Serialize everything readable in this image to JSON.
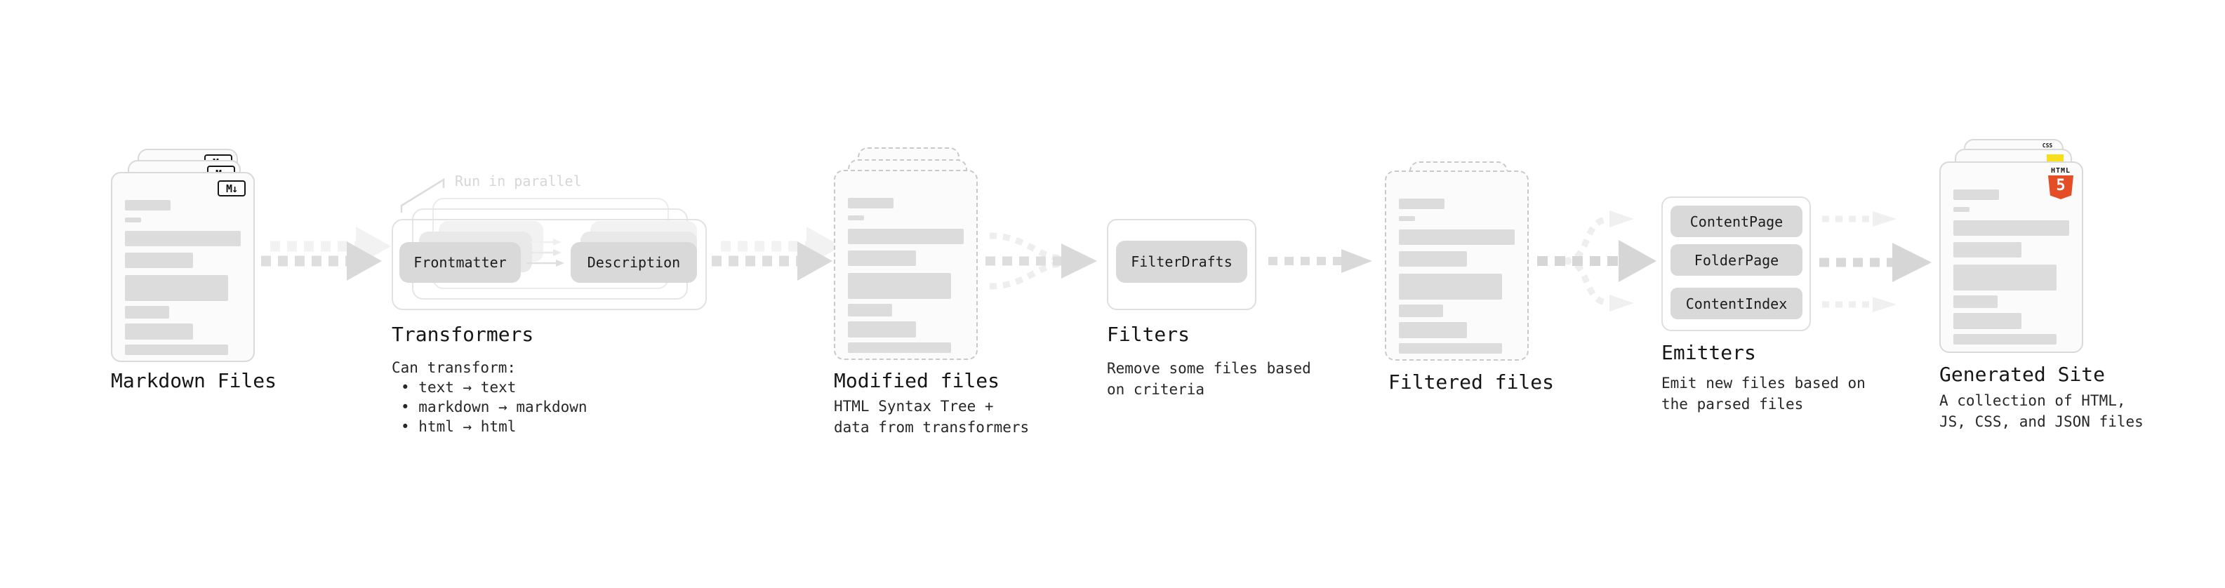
{
  "diagram": {
    "stages": {
      "markdown": {
        "title": "Markdown Files",
        "file_badge": "M↓"
      },
      "transformers": {
        "title": "Transformers",
        "parallel_note": "Run in parallel",
        "intro": "Can transform:",
        "bullets": [
          "text → text",
          "markdown → markdown",
          "html → html"
        ],
        "pill_left": "Frontmatter",
        "pill_right": "Description"
      },
      "modified": {
        "title": "Modified files",
        "subtitle": "HTML Syntax Tree +\ndata from transformers"
      },
      "filters": {
        "title": "Filters",
        "subtitle": "Remove some files based\non criteria",
        "pill": "FilterDrafts"
      },
      "filtered": {
        "title": "Filtered files"
      },
      "emitters": {
        "title": "Emitters",
        "subtitle": "Emit new files based on\nthe parsed files",
        "pills": [
          "ContentPage",
          "FolderPage",
          "ContentIndex"
        ]
      },
      "generated": {
        "title": "Generated Site",
        "subtitle": "A collection of HTML,\nJS, CSS, and JSON files",
        "html5_wordmark": "HTML",
        "html5_number": "5",
        "css_wordmark": "CSS"
      }
    },
    "skeleton_bars": [
      {
        "w": 65,
        "h": 15,
        "mt": 0
      },
      {
        "w": 23,
        "h": 7,
        "mt": 10
      },
      {
        "w": 165,
        "h": 22,
        "mt": 12
      },
      {
        "w": 97,
        "h": 22,
        "mt": 9
      },
      {
        "w": 147,
        "h": 37,
        "mt": 10
      },
      {
        "w": 63,
        "h": 18,
        "mt": 7
      },
      {
        "w": 97,
        "h": 23,
        "mt": 7
      },
      {
        "w": 147,
        "h": 15,
        "mt": 7
      }
    ],
    "colors": {
      "card_border": "#d9d9d9",
      "bar_fill": "#dcdcdc",
      "pill_fill": "#d9d9d9",
      "arrow": "#d9d9d9",
      "arrow_light": "#f0f0f0",
      "note_gray": "#d6d6d6",
      "html5_orange": "#e44d26",
      "js_yellow": "#f7df1e",
      "css_blue": "#2760e6"
    }
  }
}
